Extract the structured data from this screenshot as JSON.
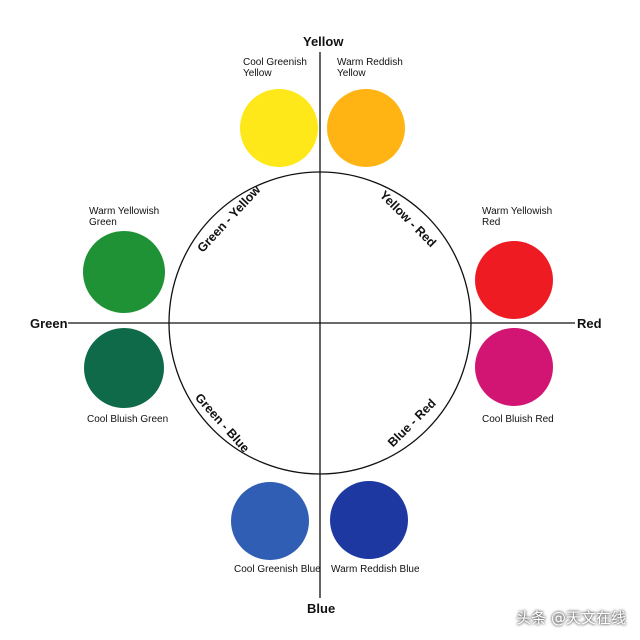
{
  "axes": {
    "top": "Yellow",
    "bottom": "Blue",
    "left": "Green",
    "right": "Red"
  },
  "quadrants": {
    "top_left": "Green - Yellow",
    "top_right": "Yellow - Red",
    "bottom_left": "Green - Blue",
    "bottom_right": "Blue - Red"
  },
  "swatches": {
    "cool_greenish_yellow": {
      "line1": "Cool Greenish",
      "line2": "Yellow",
      "color": "#FFE81A"
    },
    "warm_reddish_yellow": {
      "line1": "Warm Reddish",
      "line2": "Yellow",
      "color": "#FFB414"
    },
    "warm_yellowish_green": {
      "line1": "Warm Yellowish",
      "line2": "Green",
      "color": "#1E9234"
    },
    "cool_bluish_green": {
      "line1": "Cool Bluish Green",
      "color": "#0E6A48"
    },
    "warm_yellowish_red": {
      "line1": "Warm Yellowish",
      "line2": "Red",
      "color": "#EE1C22"
    },
    "cool_bluish_red": {
      "line1": "Cool Bluish Red",
      "color": "#D21473"
    },
    "cool_greenish_blue": {
      "line1": "Cool Greenish Blue",
      "color": "#2F5EB4"
    },
    "warm_reddish_blue": {
      "line1": "Warm Reddish Blue",
      "color": "#1E38A2"
    }
  },
  "watermark": "头条 @天文在线",
  "colors": {
    "line": "#111111",
    "background": "#ffffff"
  }
}
